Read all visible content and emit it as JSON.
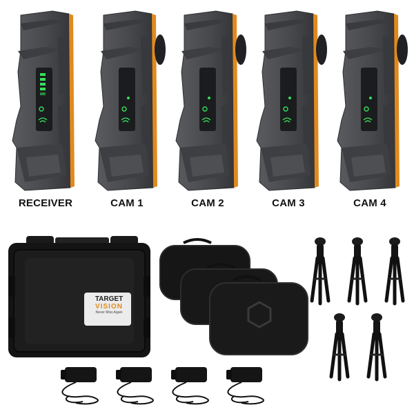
{
  "devices": [
    {
      "label": "RECEIVER",
      "role": "receiver"
    },
    {
      "label": "CAM 1",
      "role": "camera"
    },
    {
      "label": "CAM 2",
      "role": "camera"
    },
    {
      "label": "CAM 3",
      "role": "camera"
    },
    {
      "label": "CAM 4",
      "role": "camera"
    }
  ],
  "hard_case": {
    "brand_line1": "TARGET",
    "brand_line2": "VISION",
    "tagline": "Never Miss Again"
  },
  "colors": {
    "housing": "#4a4b4e",
    "housing_dark": "#2f3033",
    "accent_orange": "#e08a1e",
    "led_green": "#35e05a",
    "case_black": "#141414"
  },
  "counts": {
    "soft_cases": 3,
    "tripods": 5,
    "chargers": 4
  },
  "icons": [
    "wifi-icon",
    "power-icon",
    "battery-level-icon",
    "hexagon-logo-icon"
  ]
}
